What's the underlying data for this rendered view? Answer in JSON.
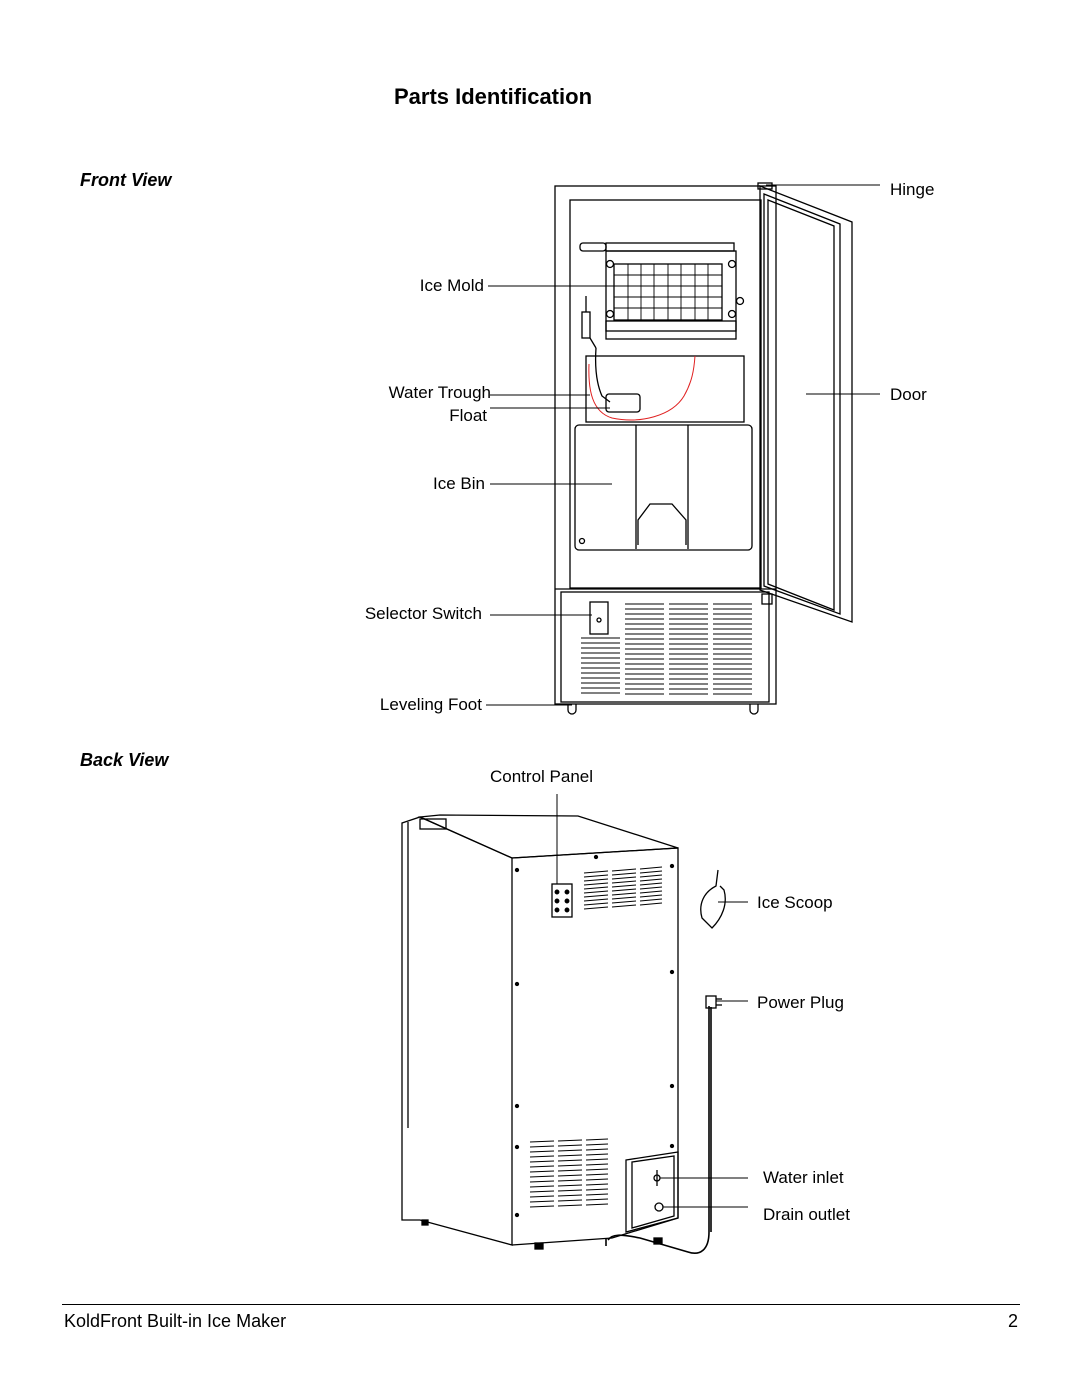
{
  "title": "Parts Identification",
  "front_view": {
    "heading": "Front View",
    "labels": {
      "hinge": "Hinge",
      "ice_mold": "Ice Mold",
      "water_trough": "Water Trough",
      "float": "Float",
      "door": "Door",
      "ice_bin": "Ice Bin",
      "selector_switch": "Selector Switch",
      "leveling_foot": "Leveling Foot"
    }
  },
  "back_view": {
    "heading": "Back View",
    "labels": {
      "control_panel": "Control Panel",
      "ice_scoop": "Ice Scoop",
      "power_plug": "Power Plug",
      "water_inlet": "Water inlet",
      "drain_outlet": "Drain outlet"
    }
  },
  "footer": {
    "product": "KoldFront Built-in Ice Maker",
    "page_number": "2"
  },
  "colors": {
    "ink": "#000000",
    "float_wire": "#e02020"
  }
}
